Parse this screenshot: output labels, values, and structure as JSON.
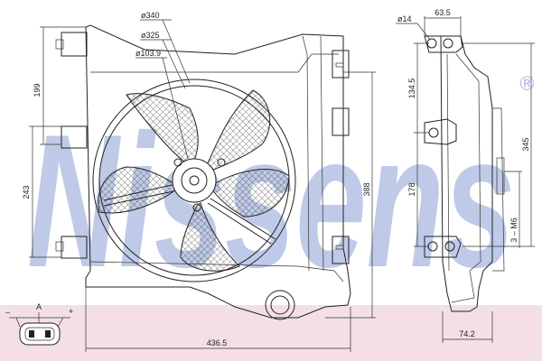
{
  "watermark": {
    "text": "Nissens",
    "mark": "®",
    "color": "#aab8e0"
  },
  "band_color": "#f4dfe6",
  "dimensions": {
    "d340": "ø340",
    "d325": "ø325",
    "d103_9": "ø103.9",
    "h199": "199",
    "h243": "243",
    "h388": "388",
    "w436_5": "436.5",
    "d14": "ø14",
    "w63_5": "63.5",
    "h134_5": "134.5",
    "h178": "178",
    "h345": "345",
    "m6": "3 – M6",
    "w74_2": "74.2"
  },
  "connector": {
    "minus": "–",
    "plus": "+",
    "pin": "A"
  }
}
